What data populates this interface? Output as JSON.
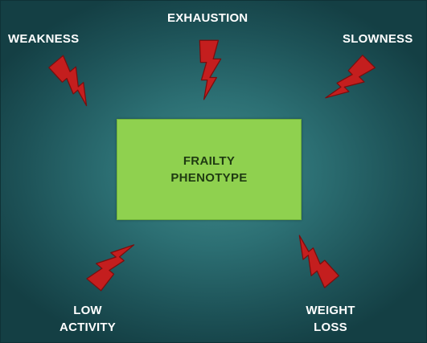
{
  "center": {
    "line1": "FRAILTY",
    "line2": "PHENOTYPE"
  },
  "symptoms": {
    "weakness": "WEAKNESS",
    "exhaustion": "EXHAUSTION",
    "slowness": "SLOWNESS",
    "low_activity_line1": "LOW",
    "low_activity_line2": "ACTIVITY",
    "weight_loss_line1": "WEIGHT",
    "weight_loss_line2": "LOSS"
  },
  "colors": {
    "background": "#2c6f73",
    "center_box": "#8fd14f",
    "bolt": "#c41e1e",
    "label_text": "#ffffff"
  },
  "icons": [
    "lightning-bolt-icon"
  ]
}
